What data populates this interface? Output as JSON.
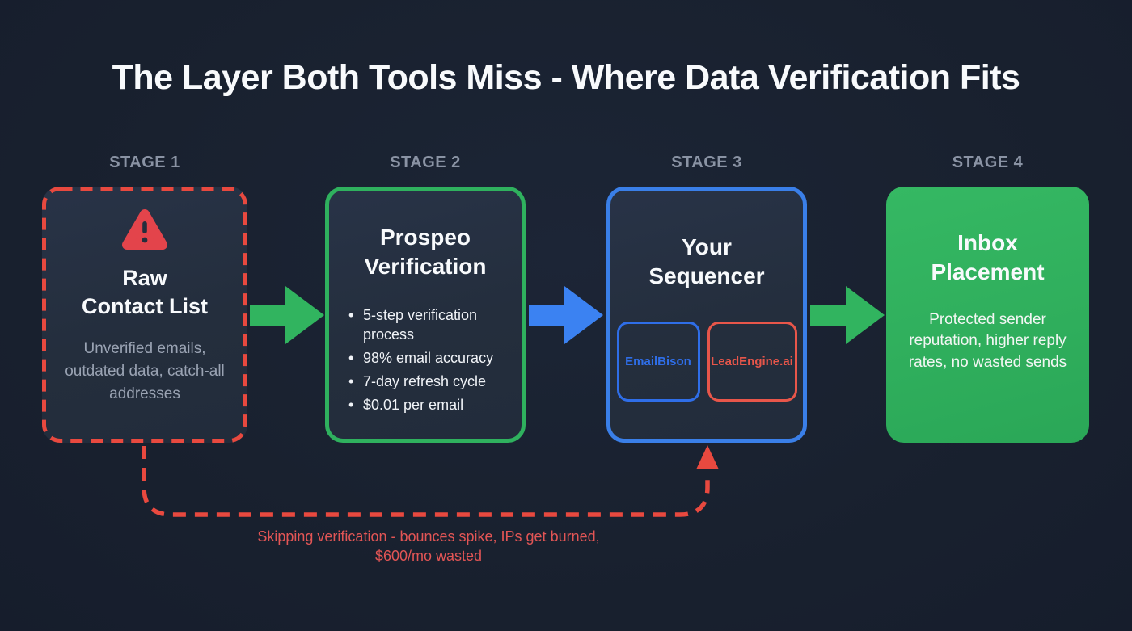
{
  "title": "The Layer Both Tools Miss - Where Data Verification Fits",
  "stages": [
    {
      "label": "STAGE 1",
      "title": "Raw\nContact List",
      "description": "Unverified emails, outdated data, catch-all addresses",
      "icon": "warning-triangle"
    },
    {
      "label": "STAGE 2",
      "title": "Prospeo\nVerification",
      "bullets": [
        "5-step verification process",
        "98% email accuracy",
        "7-day refresh cycle",
        "$0.01 per email"
      ]
    },
    {
      "label": "STAGE 3",
      "title": "Your\nSequencer",
      "tools": [
        {
          "name": "EmailBison",
          "color": "#2f6ee8"
        },
        {
          "name": "LeadEngine.ai",
          "color": "#e8564a"
        }
      ]
    },
    {
      "label": "STAGE 4",
      "title": "Inbox\nPlacement",
      "description": "Protected sender reputation, higher reply rates, no wasted sends"
    }
  ],
  "bypass_caption": "Skipping verification - bounces spike, IPs get burned, $600/mo wasted",
  "colors": {
    "background": "#19212f",
    "box_fill": "#242e3d",
    "danger_red": "#e8493f",
    "success_green": "#2fb15e",
    "accent_blue": "#3a7fe8",
    "muted_text": "#9aa3b3",
    "stage_label_gray": "#8a93a4",
    "title_white": "#f8fafc"
  }
}
